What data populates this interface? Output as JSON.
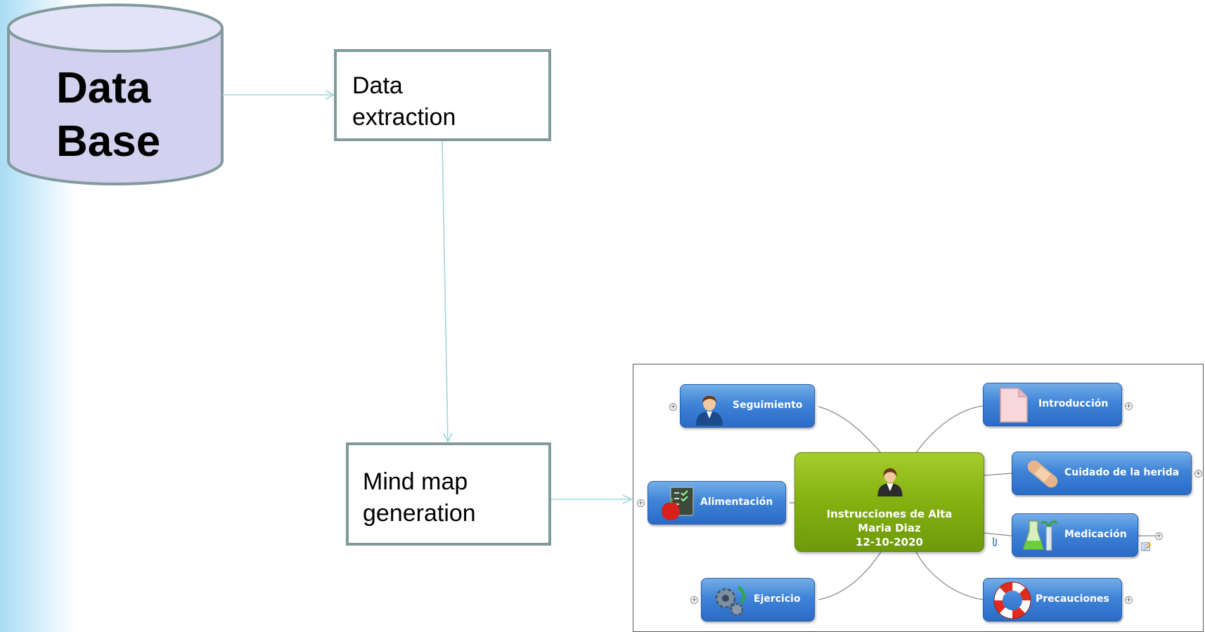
{
  "flow": {
    "database_label": [
      "Data",
      "Base"
    ],
    "step1_label": [
      "Data",
      "extraction"
    ],
    "step2_label": [
      "Mind map",
      "generation"
    ]
  },
  "mindmap": {
    "central": {
      "icon": "woman-doctor-icon",
      "lines": [
        "Instrucciones de Alta",
        "Maria Diaz",
        "12-10-2020"
      ]
    },
    "topics": {
      "seguimiento": {
        "label": "Seguimiento",
        "icon": "woman-avatar-icon"
      },
      "alimentacion": {
        "label": "Alimentación",
        "icon": "apple-checklist-icon"
      },
      "ejercicio": {
        "label": "Ejercicio",
        "icon": "gears-icon"
      },
      "introduccion": {
        "label": "Introducción",
        "icon": "document-icon"
      },
      "cuidado": {
        "label": "Cuidado de la herida",
        "icon": "bandage-icon"
      },
      "medicacion": {
        "label": "Medicación",
        "icon": "flask-icon"
      },
      "precauciones": {
        "label": "Precauciones",
        "icon": "lifebuoy-icon"
      }
    }
  },
  "colors": {
    "box_border": "#829a9c",
    "arrow": "#9fd6de",
    "cylinder_fill": "#d2d2f0",
    "topic_blue": "#3f84d8",
    "central_green": "#84b011"
  }
}
